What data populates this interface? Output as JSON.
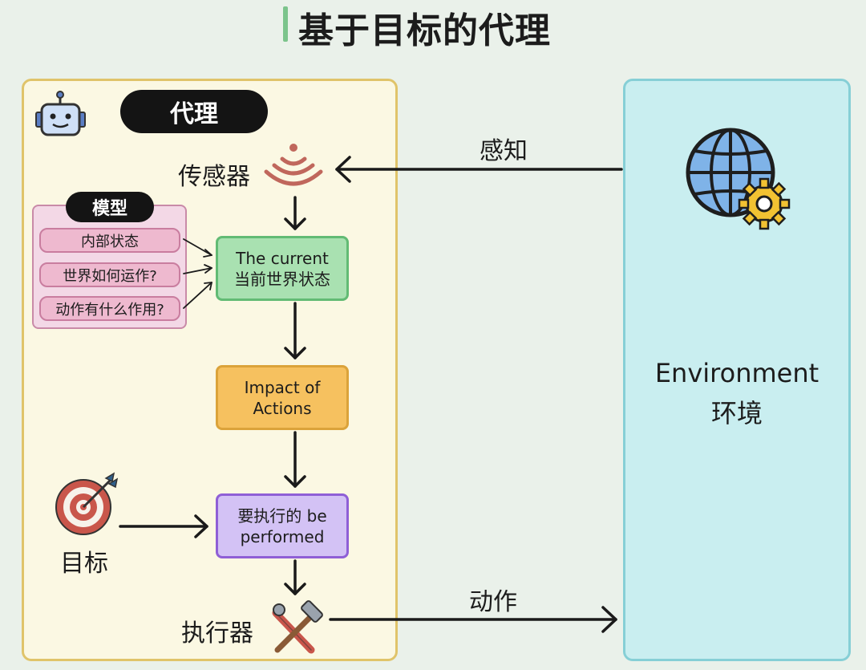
{
  "title": "基于目标的代理",
  "agent": {
    "label": "代理",
    "sensor_label": "传感器",
    "actuator_label": "执行器",
    "goal_label": "目标"
  },
  "model": {
    "label": "模型",
    "items": [
      "内部状态",
      "世界如何运作?",
      "动作有什么作用?"
    ]
  },
  "nodes": {
    "current_state": [
      "The current",
      "当前世界状态"
    ],
    "impact": [
      "Impact of",
      "Actions"
    ],
    "action": [
      "要执行的 be",
      "performed"
    ]
  },
  "environment": {
    "label_en": "Environment",
    "label_zh": "环境"
  },
  "edges": {
    "percept_label": "感知",
    "action_label": "动作"
  },
  "colors": {
    "agent_bg": "#fbf8e3",
    "environment_bg": "#c9eef0",
    "current_state": "#a9e1b1",
    "impact": "#f6c15f",
    "action": "#d3c2f5",
    "model": "#f3d8e6"
  },
  "icons": [
    "robot-icon",
    "sensor-icon",
    "globe-gear-icon",
    "target-icon",
    "tools-icon"
  ]
}
